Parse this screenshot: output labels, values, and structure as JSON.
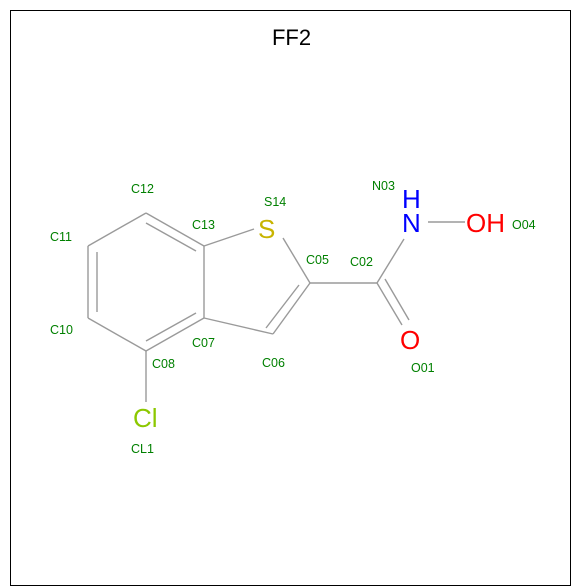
{
  "title": "FF2",
  "colors": {
    "bond": "#9a9a9a",
    "label": "#008000",
    "S": "#c8b400",
    "N": "#0000ff",
    "O": "#ff0000",
    "Cl": "#8cc800",
    "H_N": "#0000ff",
    "H_O": "#ff0000"
  },
  "element_symbols": {
    "S": "S",
    "N": "N",
    "H_N": "H",
    "O_hydroxyl": "OH",
    "O_carbonyl": "O",
    "Cl": "Cl"
  },
  "atom_labels": {
    "C12": "C12",
    "S14": "S14",
    "N03": "N03",
    "C11": "C11",
    "C13": "C13",
    "C05": "C05",
    "C02": "C02",
    "O04": "O04",
    "C10": "C10",
    "C07": "C07",
    "C06": "C06",
    "O01": "O01",
    "C08": "C08",
    "CL1": "CL1"
  }
}
